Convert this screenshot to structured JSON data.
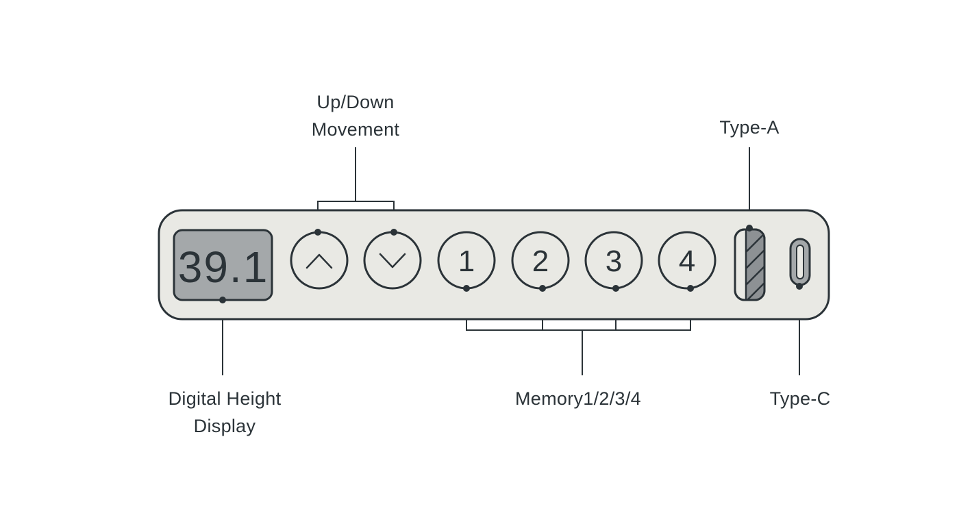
{
  "display": {
    "reading": "39.1"
  },
  "buttons": {
    "up": {
      "icon": "chevron-up-icon"
    },
    "down": {
      "icon": "chevron-down-icon"
    },
    "memory": [
      "1",
      "2",
      "3",
      "4"
    ]
  },
  "ports": {
    "type_a": {
      "icon": "usb-type-a-icon"
    },
    "type_c": {
      "icon": "usb-type-c-icon"
    }
  },
  "labels": {
    "up_down": [
      "Up/Down",
      "Movement"
    ],
    "type_a": "Type-A",
    "digital_height": [
      "Digital Height",
      "Display"
    ],
    "memory": "Memory1/2/3/4",
    "type_c": "Type-C"
  },
  "colors": {
    "ink": "#2b3338",
    "panel": "#e9e9e4",
    "display_bg": "#a4a8aa",
    "port_fill": "#8d9194"
  }
}
